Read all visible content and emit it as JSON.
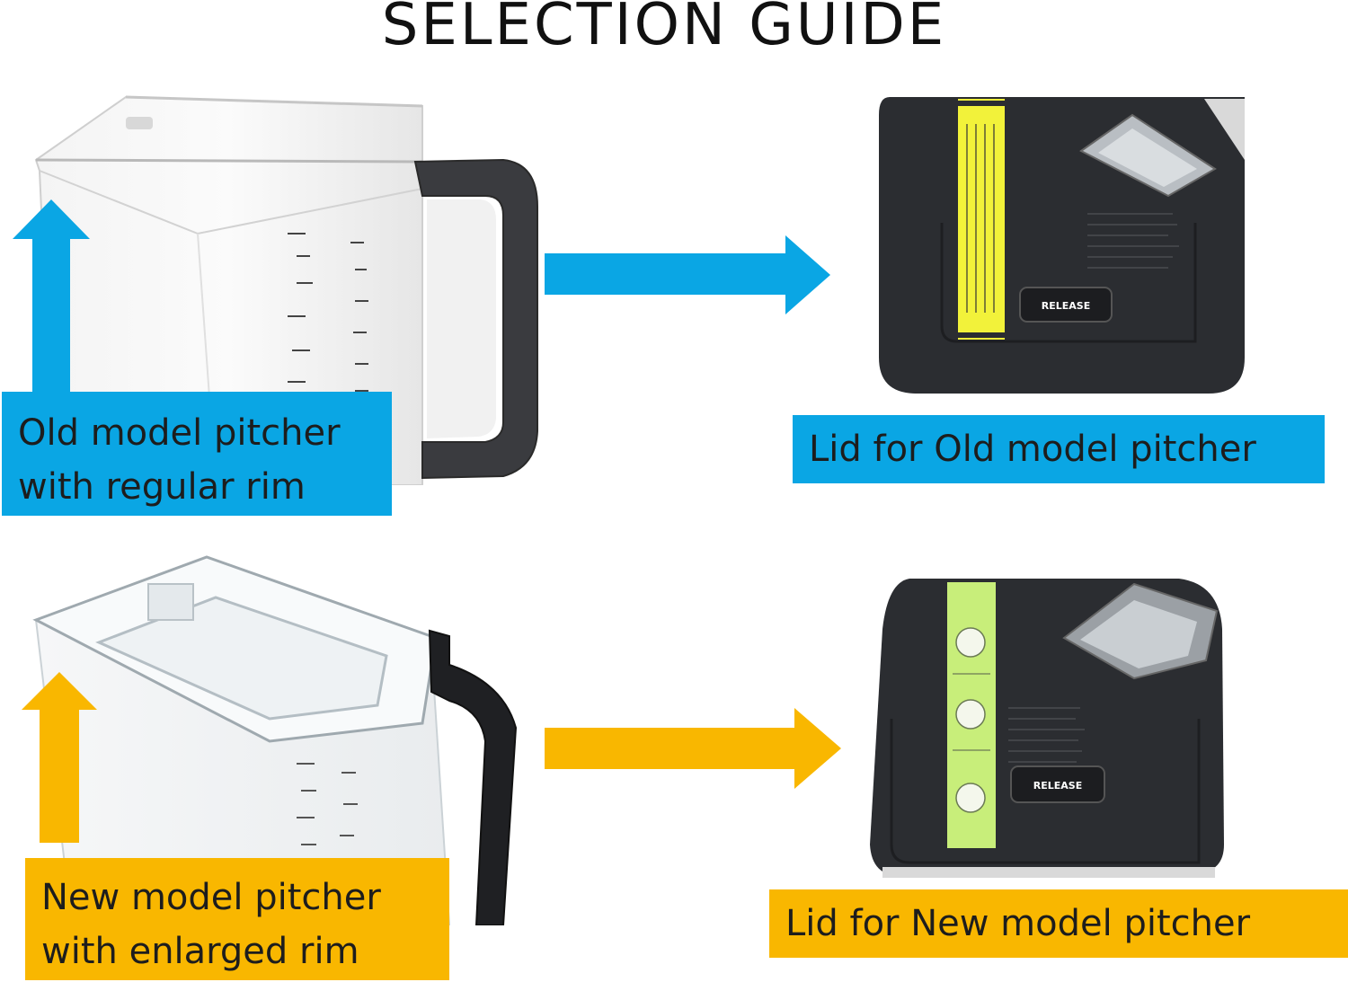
{
  "title": "SELECTION  GUIDE",
  "colors": {
    "old_model": "#0aa6e4",
    "new_model": "#f9b700",
    "lid_body": "#2b2d31",
    "old_lid_label": "#f2f23a",
    "new_lid_label": "#c8ee7a"
  },
  "old_model": {
    "pitcher_label_line1": "Old model pitcher",
    "pitcher_label_line2": "with regular rim",
    "lid_label": "Lid for Old model pitcher",
    "lid_button_text": "RELEASE",
    "icons": {
      "up_arrow": "arrow-up-icon",
      "right_arrow": "arrow-right-icon"
    }
  },
  "new_model": {
    "pitcher_label_line1": "New model pitcher",
    "pitcher_label_line2": "with enlarged rim",
    "lid_label": "Lid for New model pitcher",
    "lid_button_text": "RELEASE",
    "icons": {
      "up_arrow": "arrow-up-icon",
      "right_arrow": "arrow-right-icon"
    }
  }
}
